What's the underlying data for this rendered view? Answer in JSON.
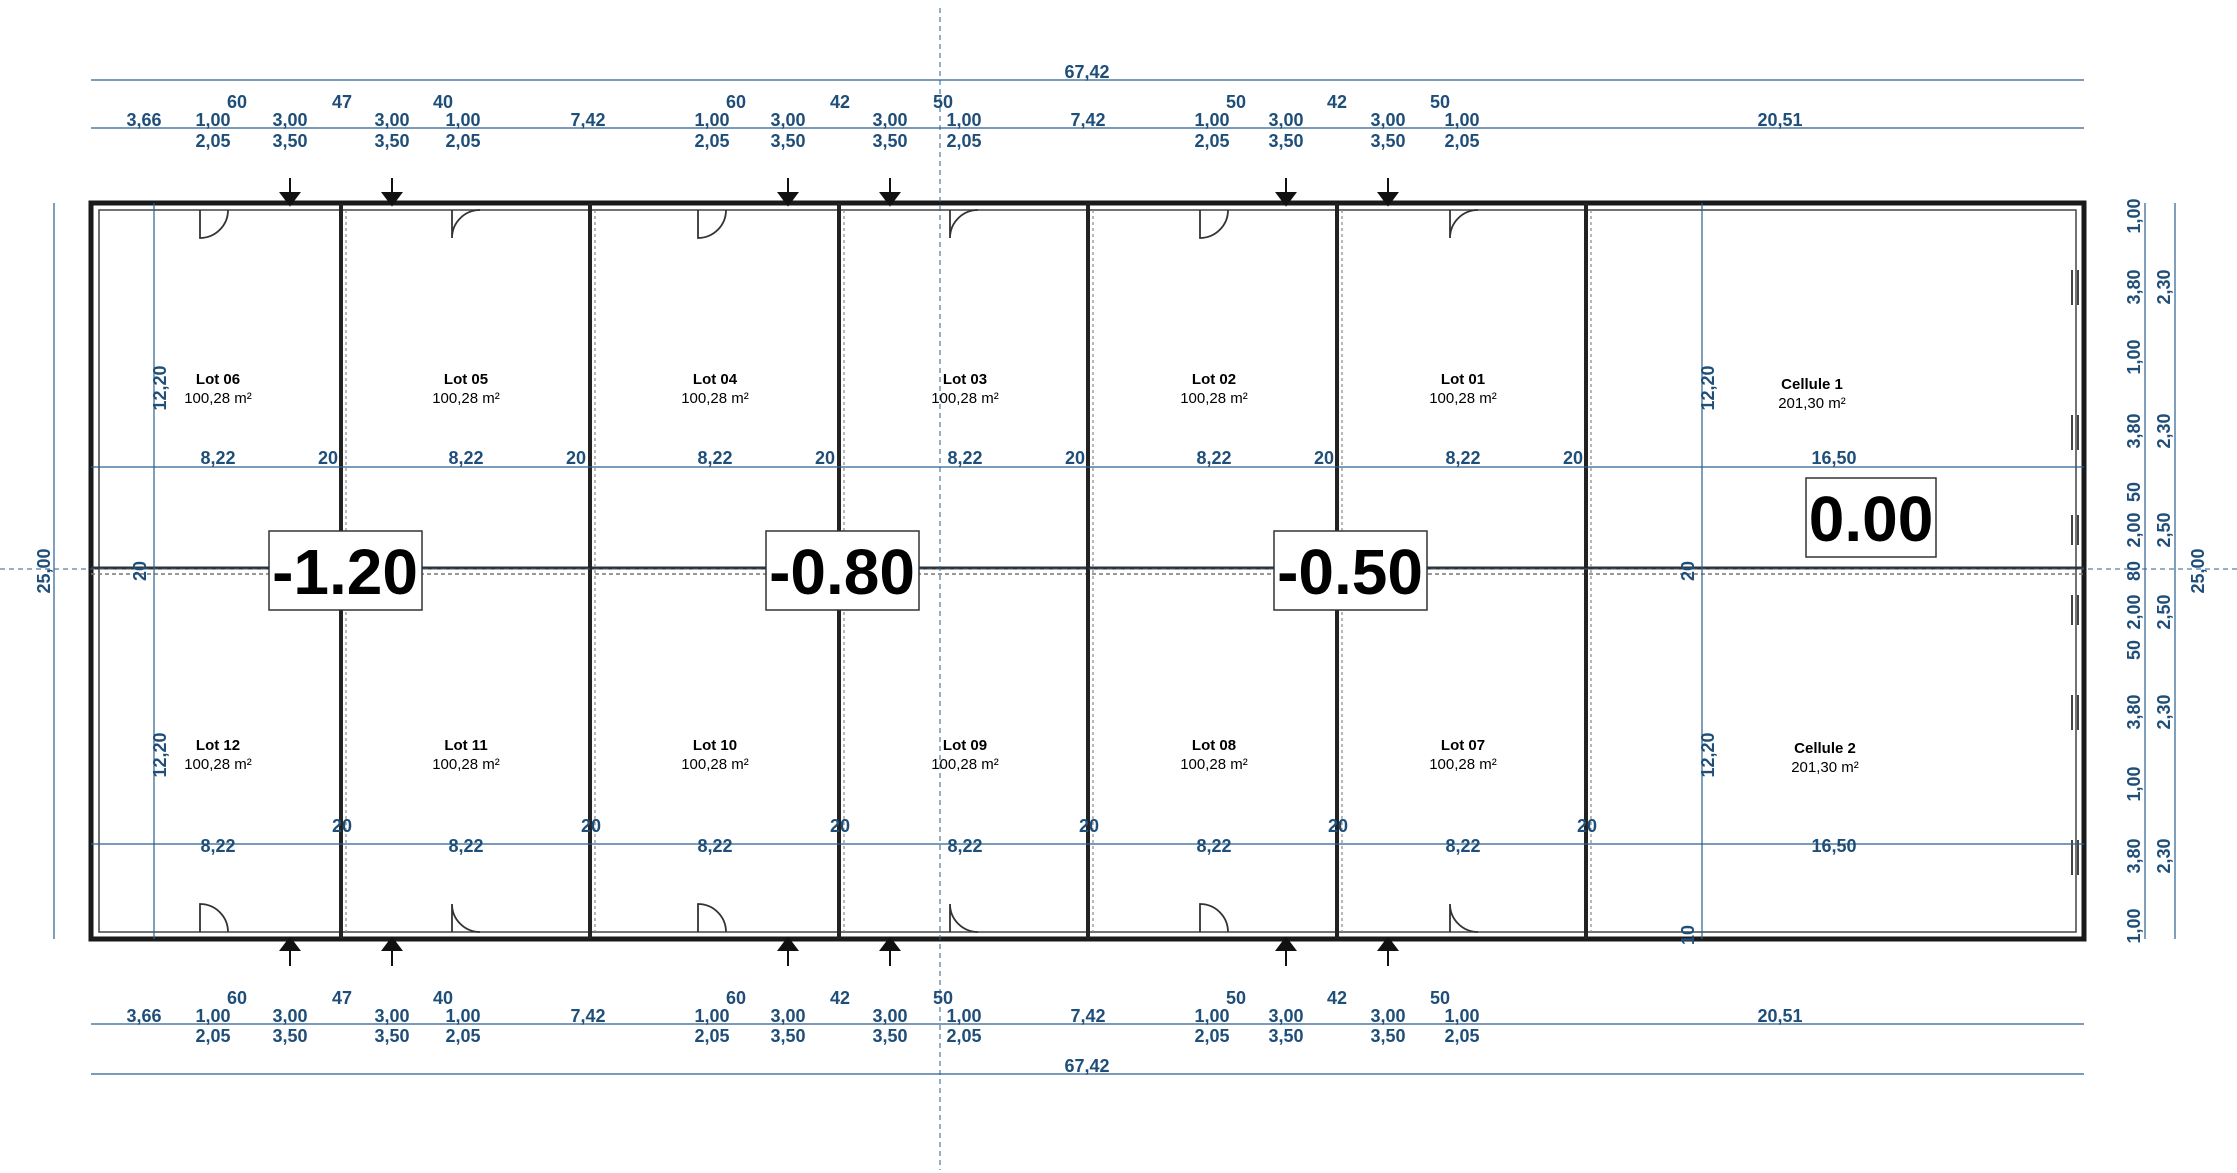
{
  "plan": {
    "overall_width": "67,42",
    "overall_depth": "25,00",
    "segment_width": "8,22",
    "partition": "20",
    "cell_width": "16,50",
    "half_depth": "12,20",
    "left_gap": "3,66",
    "mid_gap": "7,42",
    "right_gap": "20,51",
    "door_width": "1,00",
    "door_height": "2,05",
    "shutter_width": "3,00",
    "shutter_height": "3,50",
    "top_offsets": [
      "60",
      "47",
      "40",
      "60",
      "42",
      "50",
      "50",
      "42",
      "50"
    ],
    "right_side": {
      "dims_a": [
        "1,00",
        "3,80",
        "1,00",
        "3,80",
        "50",
        "2,00",
        "80",
        "2,00",
        "50",
        "3,80",
        "1,00",
        "3,80",
        "1,00"
      ],
      "dims_b": [
        "2,30",
        "2,30",
        "2,50",
        "2,50",
        "2,30",
        "2,30"
      ]
    },
    "small_20": "20",
    "small_10": "10",
    "lots_top": [
      {
        "name": "Lot 06",
        "area": "100,28 m²"
      },
      {
        "name": "Lot 05",
        "area": "100,28 m²"
      },
      {
        "name": "Lot 04",
        "area": "100,28 m²"
      },
      {
        "name": "Lot 03",
        "area": "100,28 m²"
      },
      {
        "name": "Lot 02",
        "area": "100,28 m²"
      },
      {
        "name": "Lot 01",
        "area": "100,28 m²"
      }
    ],
    "lots_bottom": [
      {
        "name": "Lot 12",
        "area": "100,28 m²"
      },
      {
        "name": "Lot 11",
        "area": "100,28 m²"
      },
      {
        "name": "Lot 10",
        "area": "100,28 m²"
      },
      {
        "name": "Lot 09",
        "area": "100,28 m²"
      },
      {
        "name": "Lot 08",
        "area": "100,28 m²"
      },
      {
        "name": "Lot 07",
        "area": "100,28 m²"
      }
    ],
    "cellule_1": {
      "name": "Cellule 1",
      "area": "201,30 m²"
    },
    "cellule_2": {
      "name": "Cellule 2",
      "area": "201,30 m²"
    },
    "levels": [
      "-1.20",
      "-0.80",
      "-0.50",
      "0.00"
    ]
  },
  "colors": {
    "dimension": "#1f4e79",
    "wall": "#1a1a1a",
    "background": "#ffffff"
  }
}
